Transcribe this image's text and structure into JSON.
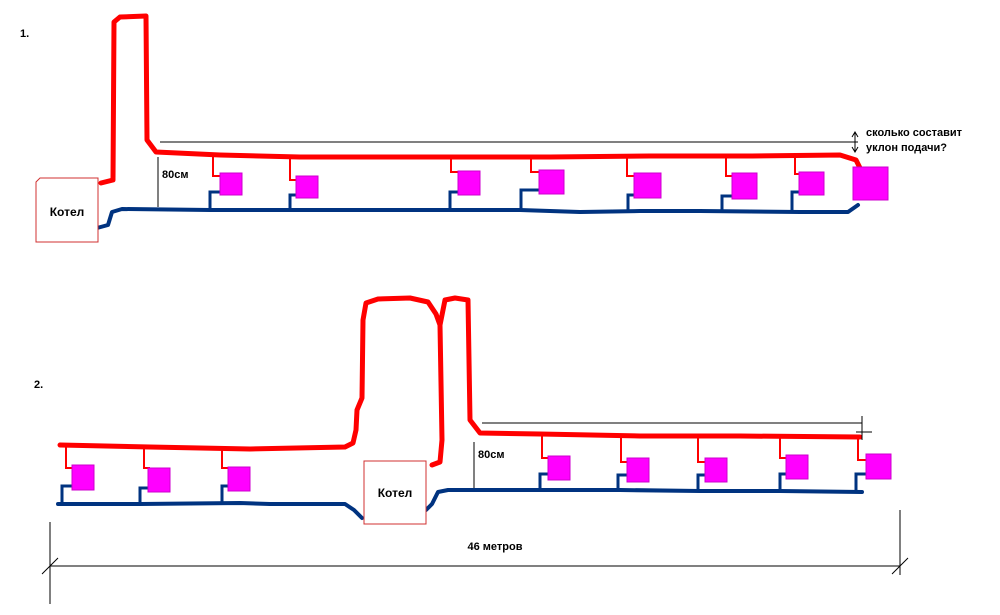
{
  "diagram": {
    "colors": {
      "supply_pipe": "#ff0000",
      "return_pipe": "#003380",
      "radiator": "#ff00ff",
      "radiator_outline": "#cc00cc",
      "boiler_outline": "#d03030",
      "annotation_line": "#000000"
    },
    "scheme_1": {
      "number": "1.",
      "boiler_label": "Котел",
      "height_label": "80см",
      "question_line1": "сколько составит",
      "question_line2": "уклон подачи?",
      "radiator_count": 8
    },
    "scheme_2": {
      "number": "2.",
      "boiler_label": "Котел",
      "height_label": "80см",
      "length_label": "46 метров",
      "radiator_count": 8
    }
  }
}
